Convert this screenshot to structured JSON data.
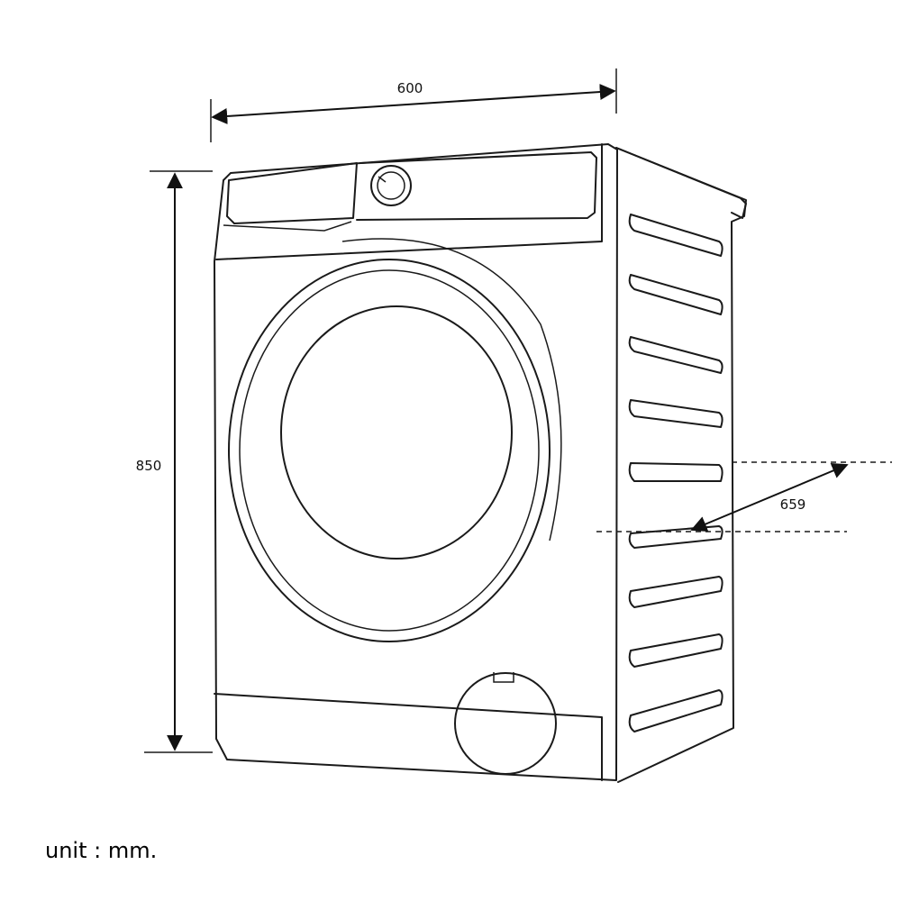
{
  "diagram": {
    "dimensions": {
      "width": "600",
      "height": "850",
      "depth": "659"
    },
    "unit_label": "unit : mm.",
    "line_color": "#1a1a1a",
    "background": "#ffffff"
  }
}
